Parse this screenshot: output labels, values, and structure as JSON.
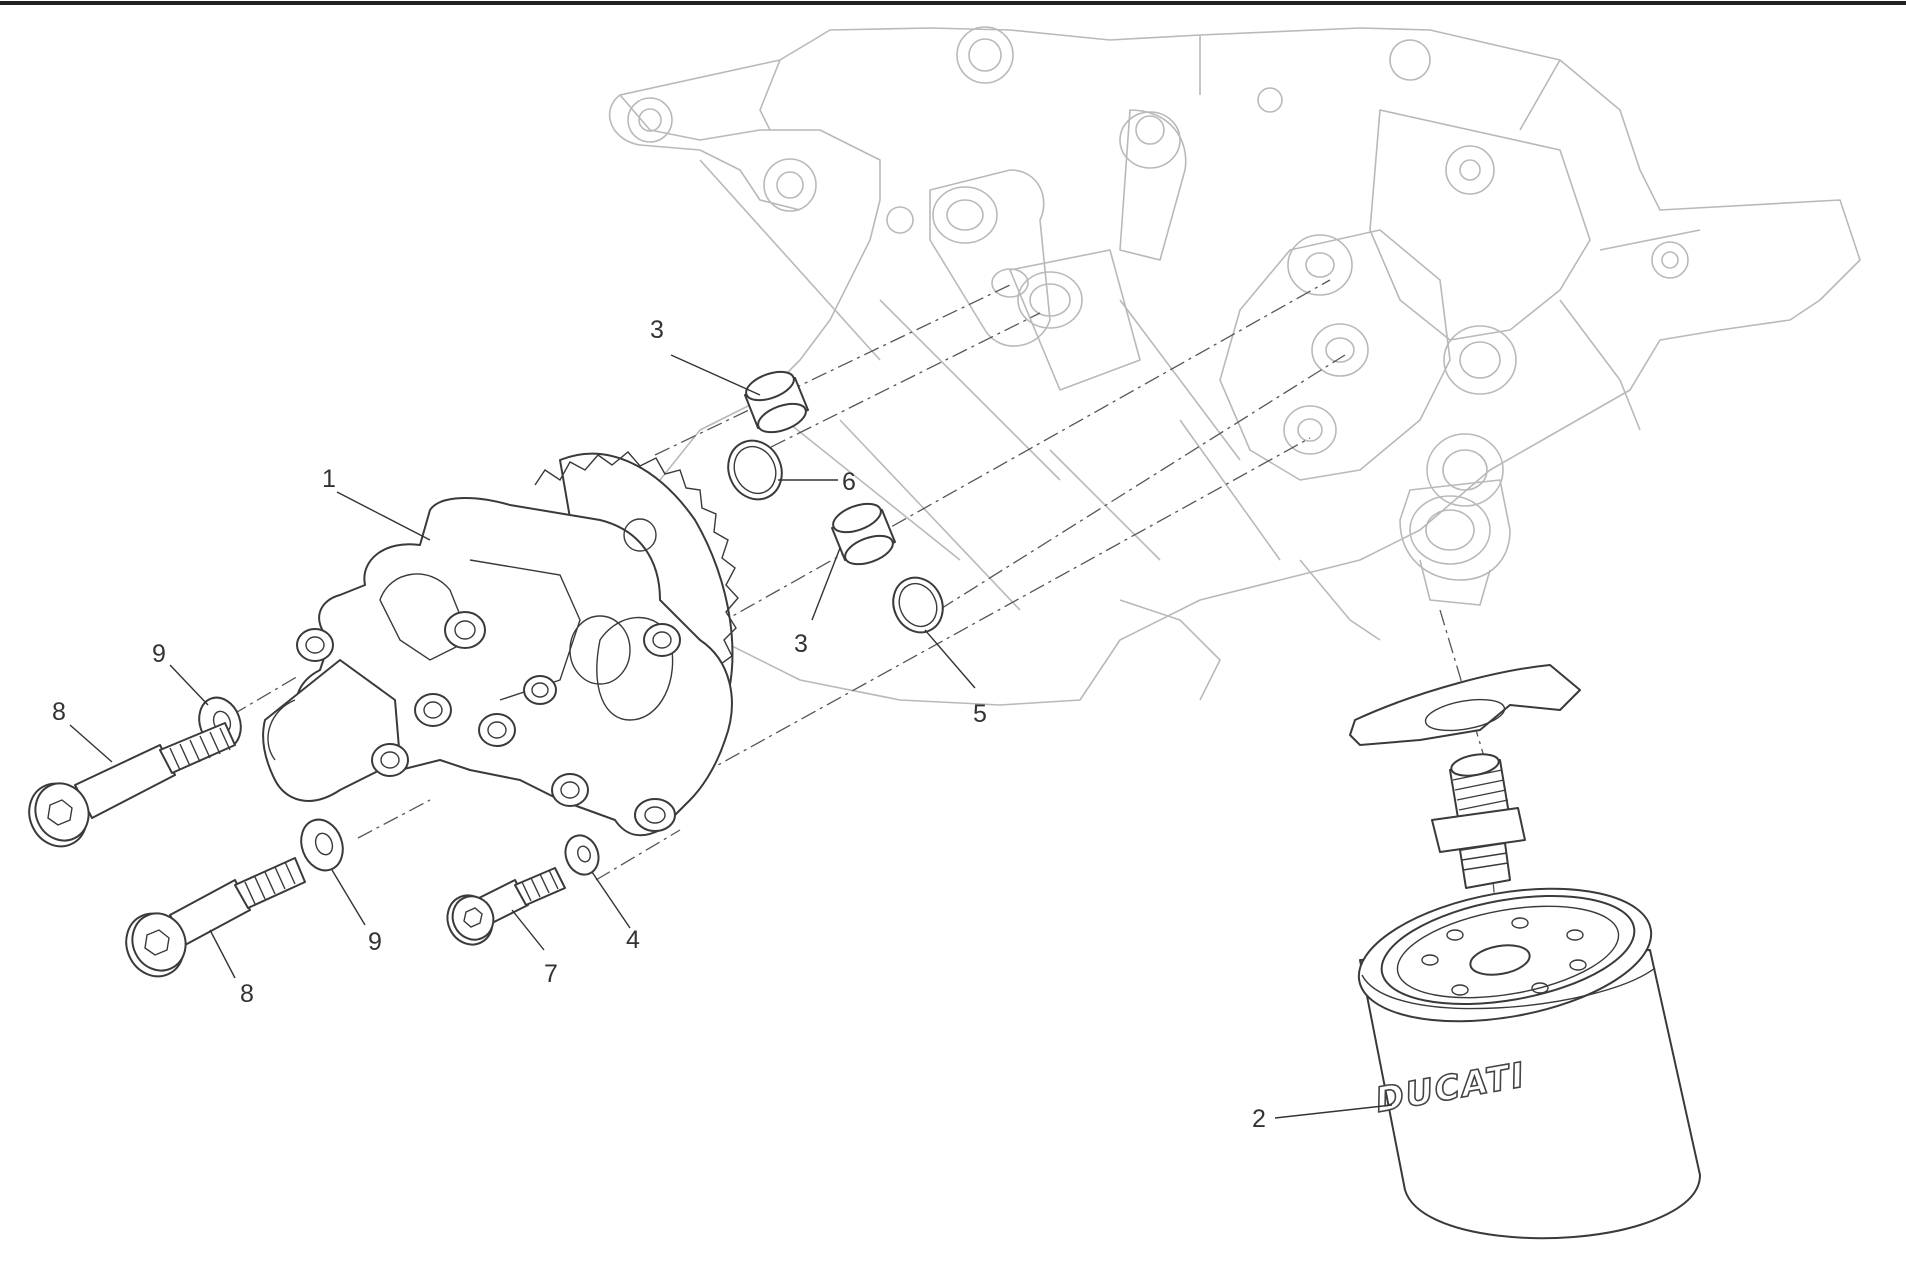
{
  "diagram": {
    "brand_label": "DUCATI",
    "callouts": [
      {
        "id": "callout-1",
        "label": "1"
      },
      {
        "id": "callout-2",
        "label": "2"
      },
      {
        "id": "callout-3a",
        "label": "3"
      },
      {
        "id": "callout-3b",
        "label": "3"
      },
      {
        "id": "callout-4",
        "label": "4"
      },
      {
        "id": "callout-5",
        "label": "5"
      },
      {
        "id": "callout-6",
        "label": "6"
      },
      {
        "id": "callout-7",
        "label": "7"
      },
      {
        "id": "callout-8a",
        "label": "8"
      },
      {
        "id": "callout-8b",
        "label": "8"
      },
      {
        "id": "callout-9a",
        "label": "9"
      },
      {
        "id": "callout-9b",
        "label": "9"
      }
    ]
  }
}
